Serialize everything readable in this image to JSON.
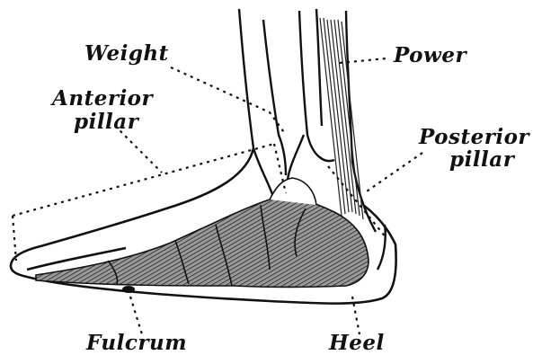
{
  "labels": {
    "weight": "Weight",
    "anterior": "Anterior",
    "pillar_left": "pillar",
    "power": "Power",
    "posterior": "Posterior",
    "pillar_right": "pillar",
    "fulcrum": "Fulcrum",
    "heel": "Heel"
  },
  "colors": {
    "ink": "#111111",
    "bone_fill": "#8a8a8a",
    "paper": "#ffffff"
  }
}
